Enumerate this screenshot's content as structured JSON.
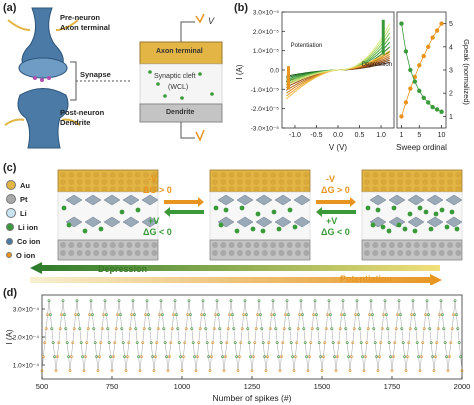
{
  "panels": {
    "a": {
      "label": "(a)",
      "labels": {
        "pre_neuron": "Pre-neuron",
        "axon_terminal": "Axon terminal",
        "synapse": "Synapse",
        "post_neuron": "Post-neuron",
        "dendrite": "Dendrite"
      },
      "device": {
        "top": "Axon terminal",
        "cleft_line1": "Synaptic cleft",
        "cleft_line2": "(WCL)",
        "bottom": "Dendrite",
        "v_label": "V"
      }
    },
    "b": {
      "label": "(b)",
      "left": {
        "ylabel": "I (A)",
        "xlabel": "V (V)",
        "yticks": [
          "3.0×10⁻⁵",
          "2.0×10⁻⁵",
          "1.0×10⁻⁵",
          "0.0",
          "-1.0×10⁻⁵",
          "-2.0×10⁻⁵",
          "-3.0×10⁻⁵"
        ],
        "xticks": [
          "-1.0",
          "-0.5",
          "0.0",
          "0.5",
          "1.0"
        ],
        "potentiation": "Potentiation",
        "depression": "Depression"
      },
      "right": {
        "xlabel": "Sweep ordinal",
        "xticks": [
          "1",
          "5",
          "10"
        ],
        "ylabel": "Gpeak (normalized)",
        "yticks": [
          "1",
          "2",
          "3",
          "4",
          "5"
        ]
      }
    },
    "c": {
      "label": "(c)",
      "legend": [
        "Au",
        "Pt",
        "Li",
        "Li ion",
        "Co ion",
        "O ion"
      ],
      "arrow_minus_v": "-V",
      "arrow_dg_pos": "ΔG > 0",
      "arrow_plus_v": "+V",
      "arrow_dg_neg": "ΔG < 0",
      "depression": "Depression",
      "potentiation": "Potentiation"
    },
    "d": {
      "label": "(d)",
      "ylabel": "I (A)",
      "yticks": [
        "3.0×10⁻⁴",
        "2.0×10⁻⁴",
        "1.0×10⁻⁴"
      ],
      "xlabel": "Number of spikes (#)",
      "xticks": [
        "500",
        "750",
        "1000",
        "1250",
        "1500",
        "1750",
        "2000"
      ]
    }
  },
  "colors": {
    "gold": "#e3b545",
    "green": "#3a9a3a",
    "orange": "#e89520",
    "blue_neuron": "#4a7aa5",
    "grey_layer": "#b8b8b8"
  },
  "chart_data": [
    {
      "type": "line",
      "title": "",
      "xlabel": "V (V)",
      "ylabel": "I (A)",
      "xlim": [
        -1.3,
        1.3
      ],
      "ylim": [
        -3e-05,
        3e-05
      ],
      "series": [
        {
          "name": "Potentiation",
          "x": [
            -1.2,
            -0.8,
            -0.4,
            0.0,
            0.4,
            0.8,
            1.2
          ],
          "y": [
            -1.5e-05,
            -7e-06,
            -2e-06,
            0.0,
            2e-06,
            6e-06,
            1e-05
          ]
        },
        {
          "name": "Depression",
          "x": [
            -1.2,
            -0.8,
            -0.4,
            0.0,
            0.4,
            0.8,
            1.2
          ],
          "y": [
            -8e-06,
            -4e-06,
            -1e-06,
            0.0,
            3e-06,
            1e-05,
            2.4e-05
          ]
        }
      ]
    },
    {
      "type": "scatter",
      "title": "",
      "xlabel": "Sweep ordinal",
      "ylabel": "Gpeak (normalized)",
      "xlim": [
        0,
        11
      ],
      "ylim": [
        0.5,
        5.5
      ],
      "series": [
        {
          "name": "",
          "x": [
            1,
            2,
            3,
            4,
            5,
            6,
            7,
            8,
            9,
            10
          ],
          "y": [
            1.0,
            1.6,
            2.2,
            2.7,
            3.2,
            3.6,
            4.0,
            4.4,
            4.7,
            5.0
          ]
        },
        {
          "name": "",
          "x": [
            1,
            2,
            3,
            4,
            5,
            6,
            7,
            8,
            9,
            10
          ],
          "y": [
            5.0,
            3.8,
            3.0,
            2.5,
            2.1,
            1.8,
            1.6,
            1.4,
            1.3,
            1.2
          ]
        }
      ]
    },
    {
      "type": "line",
      "title": "",
      "xlabel": "Number of spikes (#)",
      "ylabel": "I (A)",
      "xlim": [
        500,
        2000
      ],
      "ylim": [
        5e-05,
        0.00035
      ],
      "series": [
        {
          "name": "",
          "period": 50,
          "min": 8e-05,
          "max": 0.00033
        }
      ]
    }
  ]
}
